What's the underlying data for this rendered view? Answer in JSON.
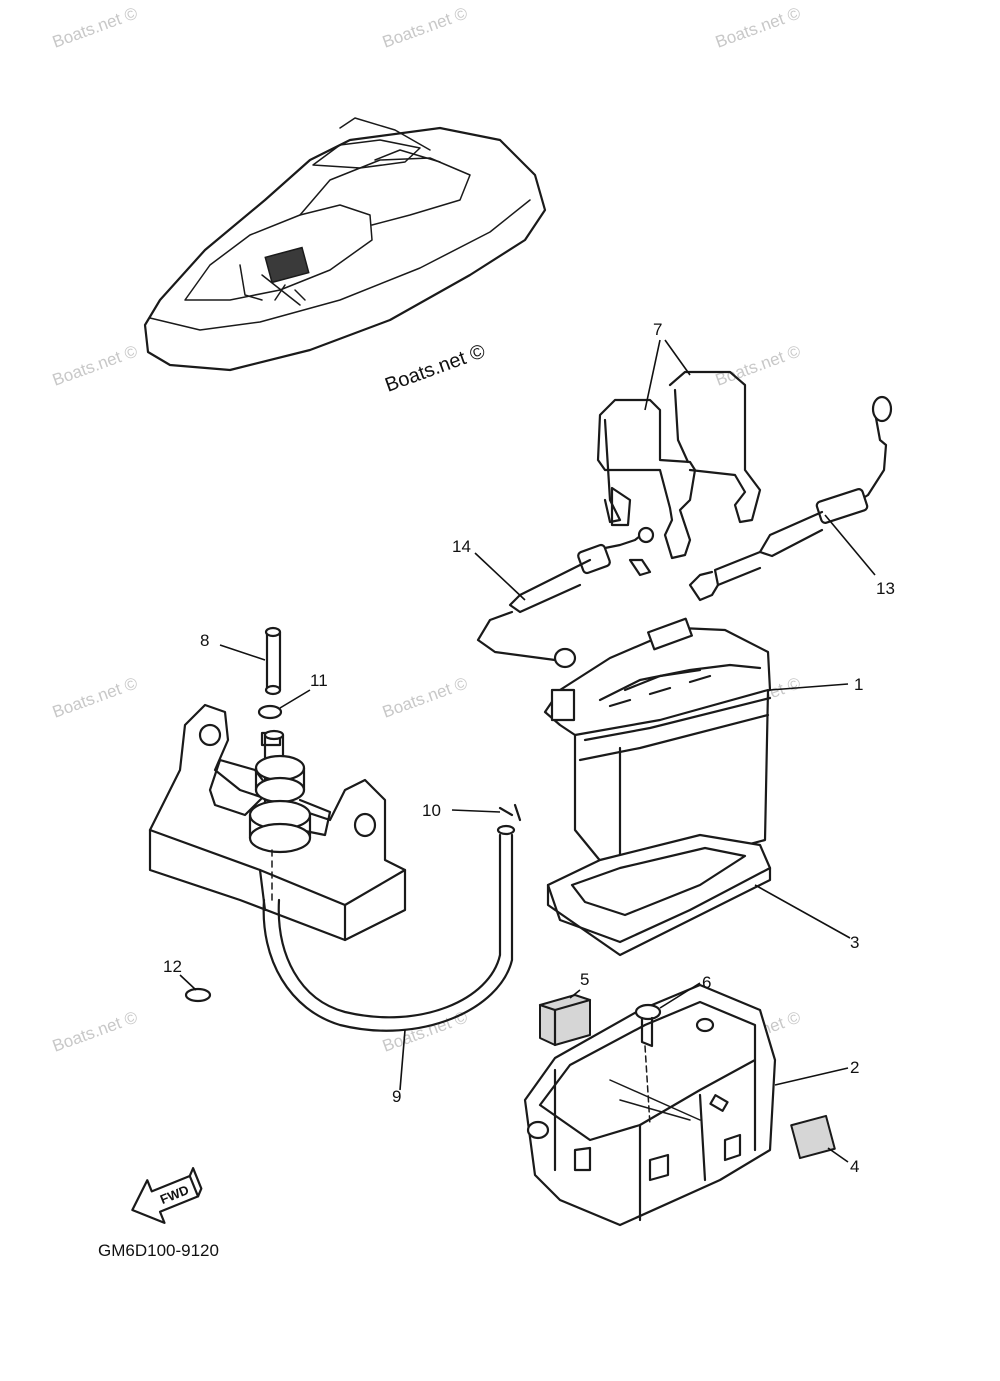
{
  "watermark": {
    "text": "Boats.net ©"
  },
  "main_watermark": "Boats.net ©",
  "diagram_code": "GM6D100-9120",
  "fwd_label": "FWD",
  "callouts": {
    "c1": "1",
    "c2": "2",
    "c3": "3",
    "c4": "4",
    "c5": "5",
    "c6": "6",
    "c7": "7",
    "c8": "8",
    "c9": "9",
    "c10": "10",
    "c11": "11",
    "c12": "12",
    "c13": "13",
    "c14": "14"
  }
}
